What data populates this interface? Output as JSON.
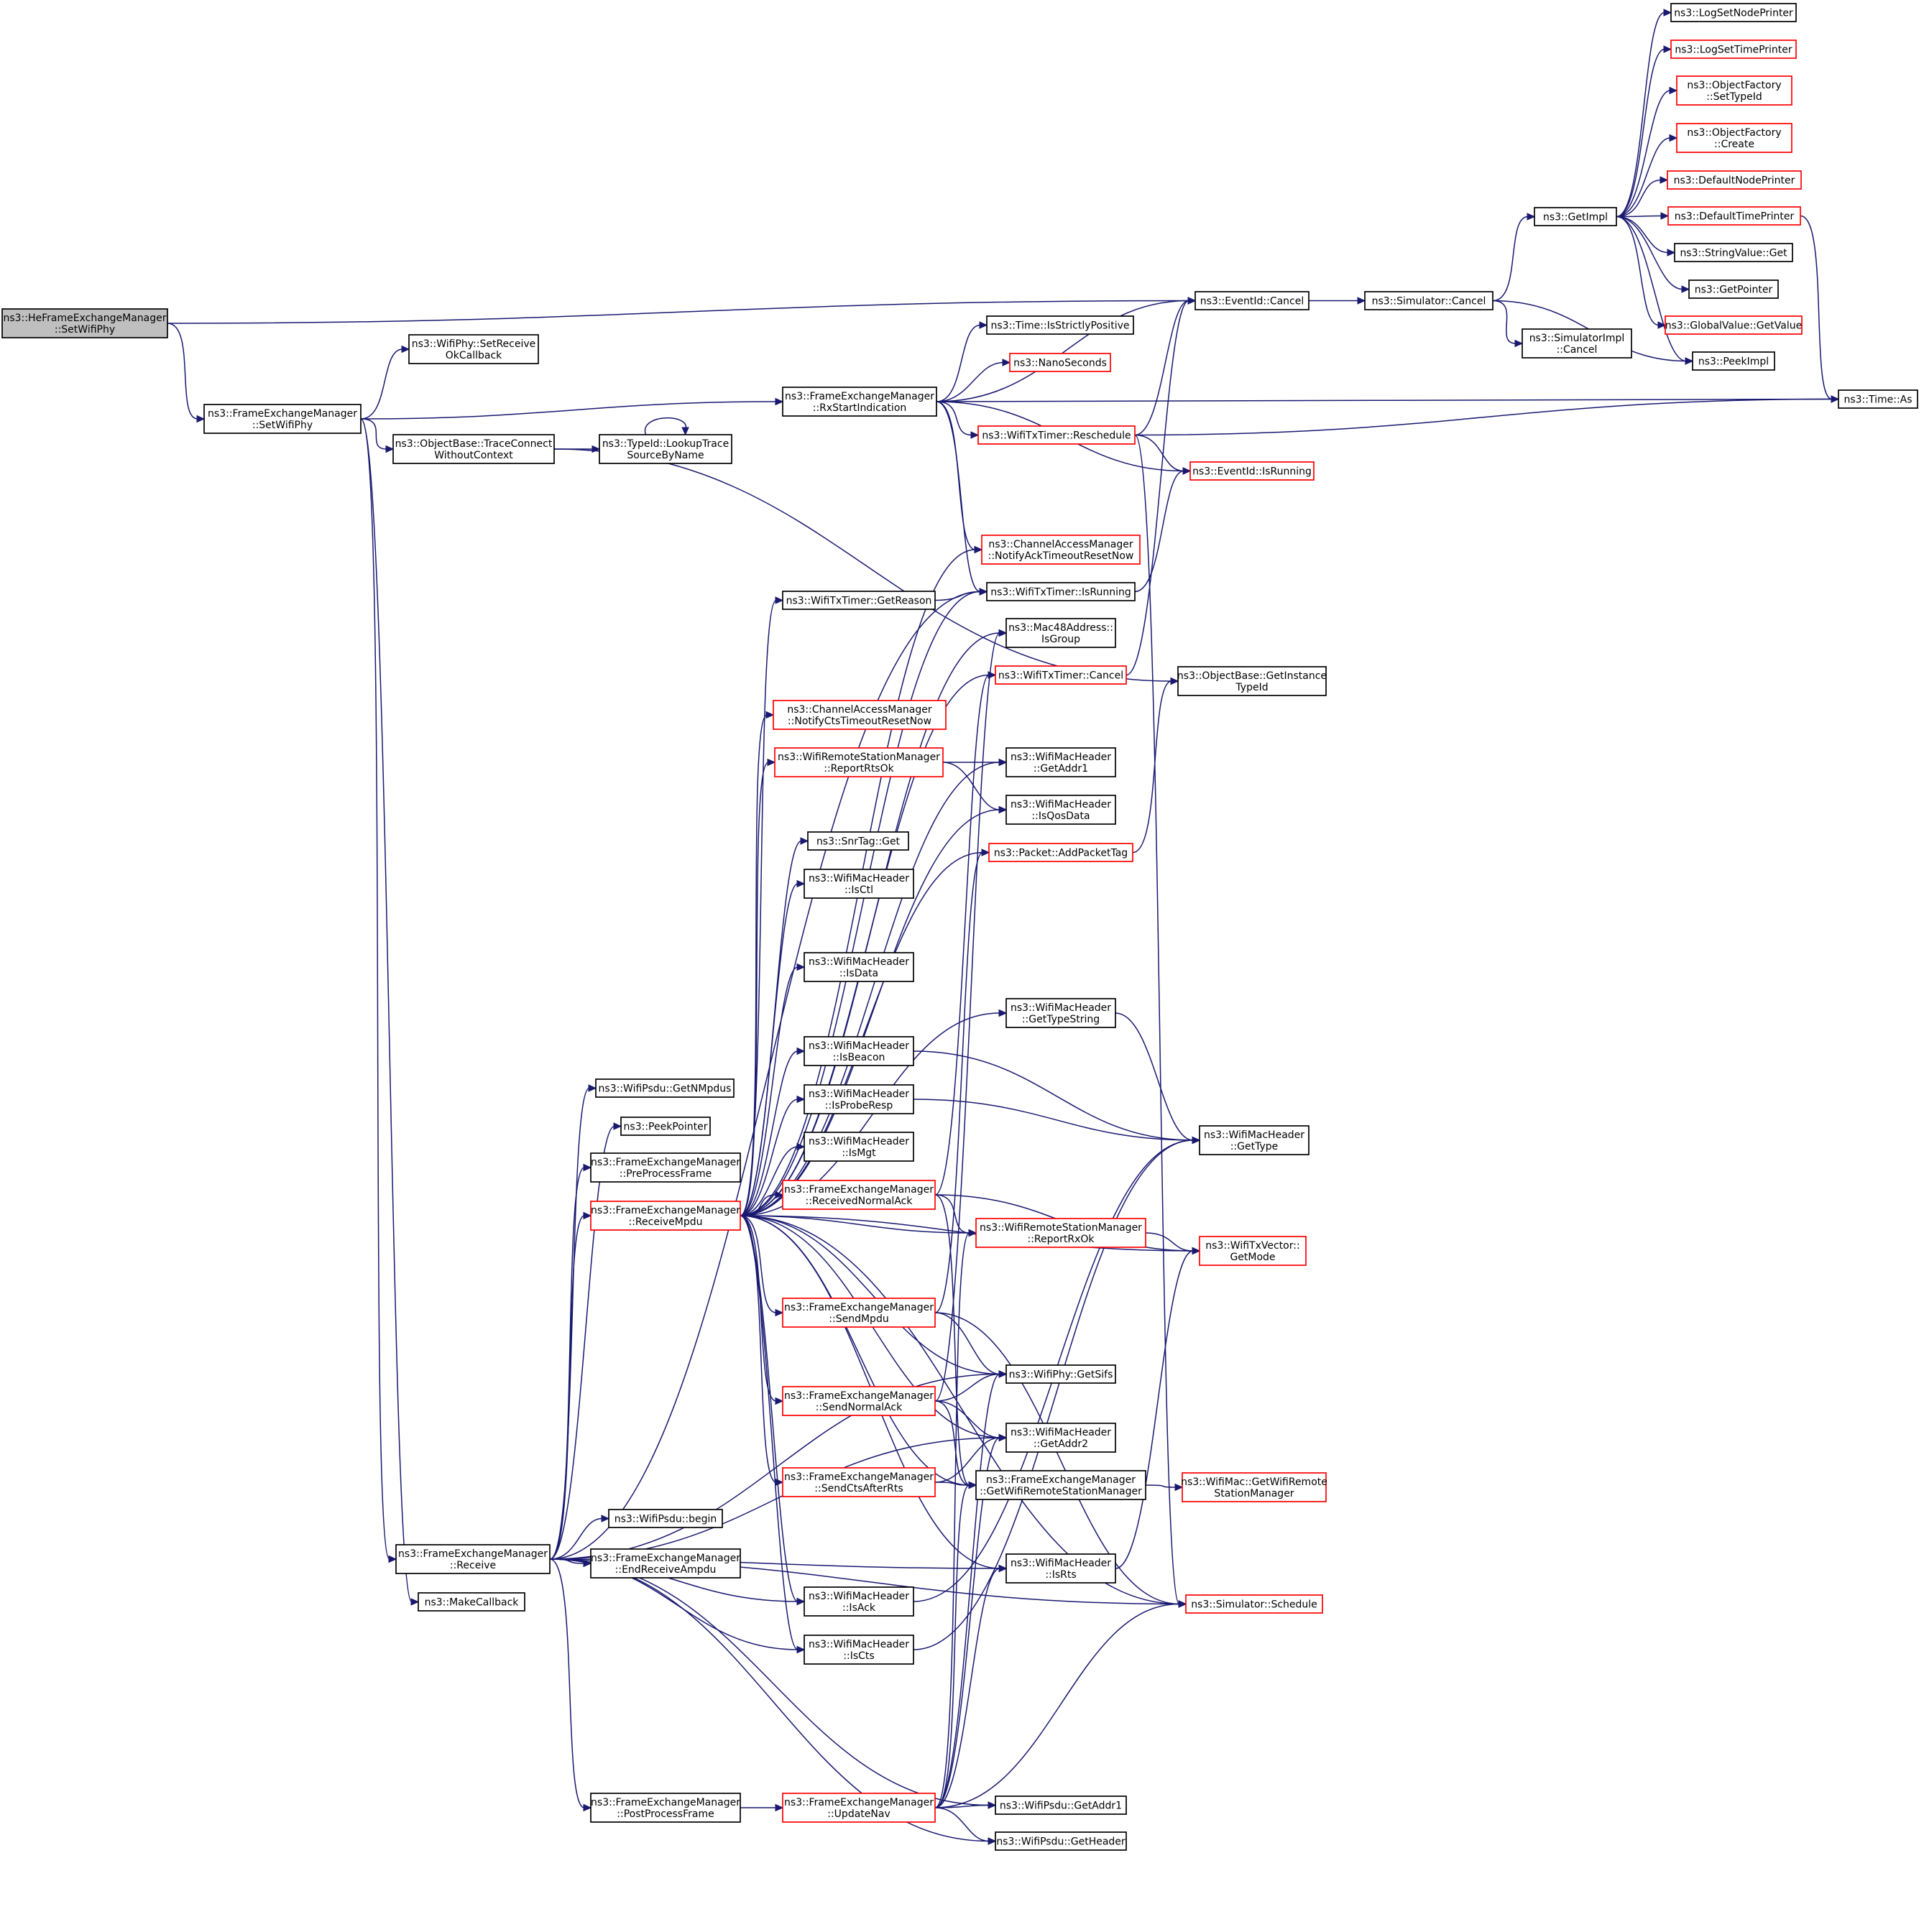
{
  "colors": {
    "edge": "#191970",
    "node_border": "#000000",
    "node_border_undocumented": "#ff0000",
    "root_fill": "#bfbfbf",
    "node_fill": "#ffffff"
  },
  "nodes": [
    {
      "id": "root",
      "lines": [
        "ns3::HeFrameExchangeManager",
        "::SetWifiPhy"
      ],
      "border": "black",
      "root": true
    },
    {
      "id": "fem_setphy",
      "lines": [
        "ns3::FrameExchangeManager",
        "::SetWifiPhy"
      ],
      "border": "black"
    },
    {
      "id": "phy_setrecv",
      "lines": [
        "ns3::WifiPhy::SetReceive",
        "OkCallback"
      ],
      "border": "black"
    },
    {
      "id": "trace_connect",
      "lines": [
        "ns3::ObjectBase::TraceConnect",
        "WithoutContext"
      ],
      "border": "black"
    },
    {
      "id": "lookup_trace",
      "lines": [
        "ns3::TypeId::LookupTrace",
        "SourceByName"
      ],
      "border": "black"
    },
    {
      "id": "rx_start",
      "lines": [
        "ns3::FrameExchangeManager",
        "::RxStartIndication"
      ],
      "border": "black"
    },
    {
      "id": "fem_receive",
      "lines": [
        "ns3::FrameExchangeManager",
        "::Receive"
      ],
      "border": "black"
    },
    {
      "id": "make_cb",
      "lines": [
        "ns3::MakeCallback"
      ],
      "border": "black"
    },
    {
      "id": "psdu_getn",
      "lines": [
        "ns3::WifiPsdu::GetNMpdus"
      ],
      "border": "black"
    },
    {
      "id": "peekptr",
      "lines": [
        "ns3::PeekPointer"
      ],
      "border": "black"
    },
    {
      "id": "preproc",
      "lines": [
        "ns3::FrameExchangeManager",
        "::PreProcessFrame"
      ],
      "border": "black"
    },
    {
      "id": "recv_mpdu",
      "lines": [
        "ns3::FrameExchangeManager",
        "::ReceiveMpdu"
      ],
      "border": "red"
    },
    {
      "id": "psdu_begin",
      "lines": [
        "ns3::WifiPsdu::begin"
      ],
      "border": "black"
    },
    {
      "id": "end_ampdu",
      "lines": [
        "ns3::FrameExchangeManager",
        "::EndReceiveAmpdu"
      ],
      "border": "black"
    },
    {
      "id": "postproc",
      "lines": [
        "ns3::FrameExchangeManager",
        "::PostProcessFrame"
      ],
      "border": "black"
    },
    {
      "id": "update_nav",
      "lines": [
        "ns3::FrameExchangeManager",
        "::UpdateNav"
      ],
      "border": "red"
    },
    {
      "id": "txt_getreason",
      "lines": [
        "ns3::WifiTxTimer::GetReason"
      ],
      "border": "black"
    },
    {
      "id": "cam_cts",
      "lines": [
        "ns3::ChannelAccessManager",
        "::NotifyCtsTimeoutResetNow"
      ],
      "border": "red"
    },
    {
      "id": "rsm_rtsok",
      "lines": [
        "ns3::WifiRemoteStationManager",
        "::ReportRtsOk"
      ],
      "border": "red"
    },
    {
      "id": "snrtag",
      "lines": [
        "ns3::SnrTag::Get"
      ],
      "border": "black"
    },
    {
      "id": "isctl",
      "lines": [
        "ns3::WifiMacHeader",
        "::IsCtl"
      ],
      "border": "black"
    },
    {
      "id": "isdata",
      "lines": [
        "ns3::WifiMacHeader",
        "::IsData"
      ],
      "border": "black"
    },
    {
      "id": "isbeacon",
      "lines": [
        "ns3::WifiMacHeader",
        "::IsBeacon"
      ],
      "border": "black"
    },
    {
      "id": "isproberesp",
      "lines": [
        "ns3::WifiMacHeader",
        "::IsProbeResp"
      ],
      "border": "black"
    },
    {
      "id": "ismgt",
      "lines": [
        "ns3::WifiMacHeader",
        "::IsMgt"
      ],
      "border": "black"
    },
    {
      "id": "recv_normack",
      "lines": [
        "ns3::FrameExchangeManager",
        "::ReceivedNormalAck"
      ],
      "border": "red"
    },
    {
      "id": "send_mpdu",
      "lines": [
        "ns3::FrameExchangeManager",
        "::SendMpdu"
      ],
      "border": "red"
    },
    {
      "id": "send_normack",
      "lines": [
        "ns3::FrameExchangeManager",
        "::SendNormalAck"
      ],
      "border": "red"
    },
    {
      "id": "send_cts",
      "lines": [
        "ns3::FrameExchangeManager",
        "::SendCtsAfterRts"
      ],
      "border": "red"
    },
    {
      "id": "isack",
      "lines": [
        "ns3::WifiMacHeader",
        "::IsAck"
      ],
      "border": "black"
    },
    {
      "id": "iscts",
      "lines": [
        "ns3::WifiMacHeader",
        "::IsCts"
      ],
      "border": "black"
    },
    {
      "id": "time_pos",
      "lines": [
        "ns3::Time::IsStrictlyPositive"
      ],
      "border": "black"
    },
    {
      "id": "nanosec",
      "lines": [
        "ns3::NanoSeconds"
      ],
      "border": "red"
    },
    {
      "id": "txt_resched",
      "lines": [
        "ns3::WifiTxTimer::Reschedule"
      ],
      "border": "red"
    },
    {
      "id": "cam_ack",
      "lines": [
        "ns3::ChannelAccessManager",
        "::NotifyAckTimeoutResetNow"
      ],
      "border": "red"
    },
    {
      "id": "txt_isrunning",
      "lines": [
        "ns3::WifiTxTimer::IsRunning"
      ],
      "border": "black"
    },
    {
      "id": "mac48_isgroup",
      "lines": [
        "ns3::Mac48Address::",
        "IsGroup"
      ],
      "border": "black"
    },
    {
      "id": "txt_cancel",
      "lines": [
        "ns3::WifiTxTimer::Cancel"
      ],
      "border": "red"
    },
    {
      "id": "hdr_getaddr1",
      "lines": [
        "ns3::WifiMacHeader",
        "::GetAddr1"
      ],
      "border": "black"
    },
    {
      "id": "hdr_isqos",
      "lines": [
        "ns3::WifiMacHeader",
        "::IsQosData"
      ],
      "border": "black"
    },
    {
      "id": "pkt_addtag",
      "lines": [
        "ns3::Packet::AddPacketTag"
      ],
      "border": "red"
    },
    {
      "id": "hdr_typestr",
      "lines": [
        "ns3::WifiMacHeader",
        "::GetTypeString"
      ],
      "border": "black"
    },
    {
      "id": "rsm_rxok",
      "lines": [
        "ns3::WifiRemoteStationManager",
        "::ReportRxOk"
      ],
      "border": "red"
    },
    {
      "id": "phy_getsifs",
      "lines": [
        "ns3::WifiPhy::GetSifs"
      ],
      "border": "black"
    },
    {
      "id": "hdr_getaddr2",
      "lines": [
        "ns3::WifiMacHeader",
        "::GetAddr2"
      ],
      "border": "black"
    },
    {
      "id": "fem_getrsm",
      "lines": [
        "ns3::FrameExchangeManager",
        "::GetWifiRemoteStationManager"
      ],
      "border": "black"
    },
    {
      "id": "hdr_isrts",
      "lines": [
        "ns3::WifiMacHeader",
        "::IsRts"
      ],
      "border": "black"
    },
    {
      "id": "psdu_getaddr1",
      "lines": [
        "ns3::WifiPsdu::GetAddr1"
      ],
      "border": "black"
    },
    {
      "id": "psdu_gethdr",
      "lines": [
        "ns3::WifiPsdu::GetHeader"
      ],
      "border": "black"
    },
    {
      "id": "eventid_cancel",
      "lines": [
        "ns3::EventId::Cancel"
      ],
      "border": "black"
    },
    {
      "id": "eventid_isrunning",
      "lines": [
        "ns3::EventId::IsRunning"
      ],
      "border": "red"
    },
    {
      "id": "ob_getinst",
      "lines": [
        "ns3::ObjectBase::GetInstance",
        "TypeId"
      ],
      "border": "black"
    },
    {
      "id": "hdr_gettype",
      "lines": [
        "ns3::WifiMacHeader",
        "::GetType"
      ],
      "border": "black"
    },
    {
      "id": "txv_getmode",
      "lines": [
        "ns3::WifiTxVector::",
        "GetMode"
      ],
      "border": "red"
    },
    {
      "id": "mac_getrsm",
      "lines": [
        "ns3::WifiMac::GetWifiRemote",
        "StationManager"
      ],
      "border": "red"
    },
    {
      "id": "sim_schedule",
      "lines": [
        "ns3::Simulator::Schedule"
      ],
      "border": "red"
    },
    {
      "id": "sim_cancel",
      "lines": [
        "ns3::Simulator::Cancel"
      ],
      "border": "black"
    },
    {
      "id": "simimpl_cancel",
      "lines": [
        "ns3::SimulatorImpl",
        "::Cancel"
      ],
      "border": "black"
    },
    {
      "id": "getimpl",
      "lines": [
        "ns3::GetImpl"
      ],
      "border": "black"
    },
    {
      "id": "log_node",
      "lines": [
        "ns3::LogSetNodePrinter"
      ],
      "border": "black"
    },
    {
      "id": "log_time",
      "lines": [
        "ns3::LogSetTimePrinter"
      ],
      "border": "red"
    },
    {
      "id": "of_settype",
      "lines": [
        "ns3::ObjectFactory",
        "::SetTypeId"
      ],
      "border": "red"
    },
    {
      "id": "of_create",
      "lines": [
        "ns3::ObjectFactory",
        "::Create"
      ],
      "border": "red"
    },
    {
      "id": "def_node",
      "lines": [
        "ns3::DefaultNodePrinter"
      ],
      "border": "red"
    },
    {
      "id": "def_time",
      "lines": [
        "ns3::DefaultTimePrinter"
      ],
      "border": "red"
    },
    {
      "id": "strval_get",
      "lines": [
        "ns3::StringValue::Get"
      ],
      "border": "black"
    },
    {
      "id": "getpointer",
      "lines": [
        "ns3::GetPointer"
      ],
      "border": "black"
    },
    {
      "id": "gv_getvalue",
      "lines": [
        "ns3::GlobalValue::GetValue"
      ],
      "border": "red"
    },
    {
      "id": "peekimpl",
      "lines": [
        "ns3::PeekImpl"
      ],
      "border": "black"
    },
    {
      "id": "time_as",
      "lines": [
        "ns3::Time::As"
      ],
      "border": "black"
    }
  ],
  "edges": [
    [
      "root",
      "fem_setphy"
    ],
    [
      "root",
      "eventid_cancel"
    ],
    [
      "fem_setphy",
      "phy_setrecv"
    ],
    [
      "fem_setphy",
      "trace_connect"
    ],
    [
      "fem_setphy",
      "rx_start"
    ],
    [
      "fem_setphy",
      "fem_receive"
    ],
    [
      "fem_setphy",
      "make_cb"
    ],
    [
      "trace_connect",
      "lookup_trace"
    ],
    [
      "lookup_trace",
      "lookup_trace"
    ],
    [
      "trace_connect",
      "ob_getinst"
    ],
    [
      "rx_start",
      "eventid_cancel"
    ],
    [
      "rx_start",
      "time_pos"
    ],
    [
      "rx_start",
      "nanosec"
    ],
    [
      "rx_start",
      "txt_resched"
    ],
    [
      "rx_start",
      "cam_ack"
    ],
    [
      "rx_start",
      "txt_isrunning"
    ],
    [
      "rx_start",
      "eventid_isrunning"
    ],
    [
      "rx_start",
      "time_as"
    ],
    [
      "fem_receive",
      "psdu_getn"
    ],
    [
      "fem_receive",
      "peekptr"
    ],
    [
      "fem_receive",
      "preproc"
    ],
    [
      "fem_receive",
      "recv_mpdu"
    ],
    [
      "fem_receive",
      "psdu_begin"
    ],
    [
      "fem_receive",
      "end_ampdu"
    ],
    [
      "fem_receive",
      "postproc"
    ],
    [
      "fem_receive",
      "isack"
    ],
    [
      "fem_receive",
      "iscts"
    ],
    [
      "fem_receive",
      "txt_isrunning"
    ],
    [
      "fem_receive",
      "phy_getsifs"
    ],
    [
      "fem_receive",
      "hdr_getaddr2"
    ],
    [
      "fem_receive",
      "hdr_isrts"
    ],
    [
      "fem_receive",
      "psdu_getaddr1"
    ],
    [
      "fem_receive",
      "psdu_gethdr"
    ],
    [
      "fem_receive",
      "sim_schedule"
    ],
    [
      "recv_mpdu",
      "txt_getreason"
    ],
    [
      "recv_mpdu",
      "cam_cts"
    ],
    [
      "recv_mpdu",
      "rsm_rtsok"
    ],
    [
      "recv_mpdu",
      "snrtag"
    ],
    [
      "recv_mpdu",
      "isctl"
    ],
    [
      "recv_mpdu",
      "isdata"
    ],
    [
      "recv_mpdu",
      "isbeacon"
    ],
    [
      "recv_mpdu",
      "isproberesp"
    ],
    [
      "recv_mpdu",
      "ismgt"
    ],
    [
      "recv_mpdu",
      "recv_normack"
    ],
    [
      "recv_mpdu",
      "send_mpdu"
    ],
    [
      "recv_mpdu",
      "send_normack"
    ],
    [
      "recv_mpdu",
      "send_cts"
    ],
    [
      "recv_mpdu",
      "isack"
    ],
    [
      "recv_mpdu",
      "iscts"
    ],
    [
      "recv_mpdu",
      "cam_ack"
    ],
    [
      "recv_mpdu",
      "txt_isrunning"
    ],
    [
      "recv_mpdu",
      "mac48_isgroup"
    ],
    [
      "recv_mpdu",
      "txt_cancel"
    ],
    [
      "recv_mpdu",
      "hdr_getaddr1"
    ],
    [
      "recv_mpdu",
      "hdr_isqos"
    ],
    [
      "recv_mpdu",
      "pkt_addtag"
    ],
    [
      "recv_mpdu",
      "hdr_typestr"
    ],
    [
      "recv_mpdu",
      "rsm_rxok"
    ],
    [
      "recv_mpdu",
      "txv_getmode"
    ],
    [
      "recv_mpdu",
      "phy_getsifs"
    ],
    [
      "recv_mpdu",
      "hdr_getaddr2"
    ],
    [
      "recv_mpdu",
      "fem_getrsm"
    ],
    [
      "recv_mpdu",
      "hdr_isrts"
    ],
    [
      "recv_mpdu",
      "sim_schedule"
    ],
    [
      "txt_getreason",
      "txt_isrunning"
    ],
    [
      "rsm_rtsok",
      "hdr_getaddr1"
    ],
    [
      "rsm_rtsok",
      "hdr_isqos"
    ],
    [
      "isbeacon",
      "hdr_gettype"
    ],
    [
      "isproberesp",
      "hdr_gettype"
    ],
    [
      "hdr_typestr",
      "hdr_gettype"
    ],
    [
      "recv_normack",
      "rsm_rxok"
    ],
    [
      "recv_normack",
      "txv_getmode"
    ],
    [
      "recv_normack",
      "fem_getrsm"
    ],
    [
      "recv_normack",
      "txt_cancel"
    ],
    [
      "send_mpdu",
      "phy_getsifs"
    ],
    [
      "send_mpdu",
      "sim_schedule"
    ],
    [
      "send_mpdu",
      "pkt_addtag"
    ],
    [
      "send_normack",
      "phy_getsifs"
    ],
    [
      "send_normack",
      "hdr_getaddr2"
    ],
    [
      "send_normack",
      "fem_getrsm"
    ],
    [
      "send_normack",
      "mac48_isgroup"
    ],
    [
      "send_cts",
      "hdr_getaddr2"
    ],
    [
      "send_cts",
      "fem_getrsm"
    ],
    [
      "isack",
      "hdr_gettype"
    ],
    [
      "iscts",
      "hdr_gettype"
    ],
    [
      "hdr_isrts",
      "txv_getmode"
    ],
    [
      "postproc",
      "update_nav"
    ],
    [
      "update_nav",
      "psdu_getaddr1"
    ],
    [
      "update_nav",
      "psdu_gethdr"
    ],
    [
      "update_nav",
      "sim_schedule"
    ],
    [
      "update_nav",
      "phy_getsifs"
    ],
    [
      "update_nav",
      "hdr_getaddr2"
    ],
    [
      "update_nav",
      "fem_getrsm"
    ],
    [
      "update_nav",
      "hdr_isrts"
    ],
    [
      "update_nav",
      "rsm_rxok"
    ],
    [
      "txt_resched",
      "eventid_cancel"
    ],
    [
      "txt_resched",
      "eventid_isrunning"
    ],
    [
      "txt_resched",
      "time_as"
    ],
    [
      "txt_resched",
      "sim_schedule"
    ],
    [
      "txt_isrunning",
      "eventid_isrunning"
    ],
    [
      "txt_cancel",
      "eventid_cancel"
    ],
    [
      "pkt_addtag",
      "ob_getinst"
    ],
    [
      "rsm_rxok",
      "txv_getmode"
    ],
    [
      "fem_getrsm",
      "mac_getrsm"
    ],
    [
      "eventid_cancel",
      "sim_cancel"
    ],
    [
      "sim_cancel",
      "simimpl_cancel"
    ],
    [
      "sim_cancel",
      "getimpl"
    ],
    [
      "sim_cancel",
      "peekimpl"
    ],
    [
      "getimpl",
      "log_node"
    ],
    [
      "getimpl",
      "log_time"
    ],
    [
      "getimpl",
      "of_settype"
    ],
    [
      "getimpl",
      "of_create"
    ],
    [
      "getimpl",
      "def_node"
    ],
    [
      "getimpl",
      "def_time"
    ],
    [
      "getimpl",
      "strval_get"
    ],
    [
      "getimpl",
      "getpointer"
    ],
    [
      "getimpl",
      "gv_getvalue"
    ],
    [
      "getimpl",
      "peekimpl"
    ],
    [
      "def_time",
      "time_as"
    ]
  ]
}
